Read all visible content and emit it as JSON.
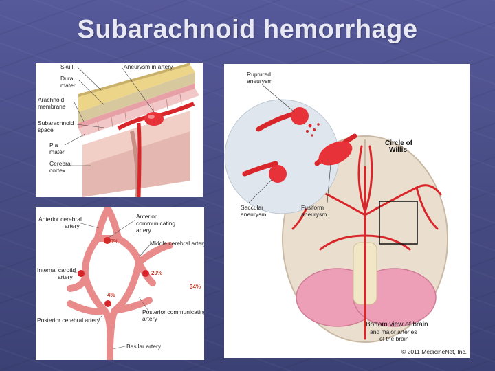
{
  "slide": {
    "title": "Subarachnoid hemorrhage"
  },
  "meninges_panel": {
    "labels": {
      "skull": "Skull",
      "dura": [
        "Dura",
        "mater"
      ],
      "arachnoid": [
        "Arachnoid",
        "membrane"
      ],
      "subarachnoid": [
        "Subarachnoid",
        "space"
      ],
      "pia": [
        "Pia",
        "mater"
      ],
      "cortex": [
        "Cerebral",
        "cortex"
      ],
      "aneurysm": "Aneurysm in artery"
    }
  },
  "circle_panel": {
    "labels": {
      "aca": [
        "Anterior cerebral",
        "artery"
      ],
      "acom": [
        "Anterior",
        "communicating",
        "artery"
      ],
      "mca": "Middle cerebral artery",
      "ica": [
        "Internal carotid",
        "artery"
      ],
      "pcom": [
        "Posterior communicating",
        "artery"
      ],
      "pca": "Posterior cerebral artery",
      "basilar": "Basilar artery"
    },
    "percentages": {
      "acom": "40%",
      "mca": "20%",
      "ica": "34%",
      "pca": "4%"
    }
  },
  "brain_panel": {
    "labels": {
      "ruptured": [
        "Ruptured",
        "aneurysm"
      ],
      "saccular": [
        "Saccular",
        "aneurysm"
      ],
      "fusiform": [
        "Fusiform",
        "aneurysm"
      ],
      "circle": [
        "Circle of",
        "Willis"
      ],
      "caption": [
        "Bottom view of brain",
        "and major arteries",
        "of the brain"
      ],
      "copyright": "© 2011 MedicineNet, Inc."
    }
  },
  "colors": {
    "artery": "#d9262b",
    "artery_light": "#f09a9a",
    "brain": "#eadfcf",
    "cerebellum": "#ec9fb6"
  }
}
